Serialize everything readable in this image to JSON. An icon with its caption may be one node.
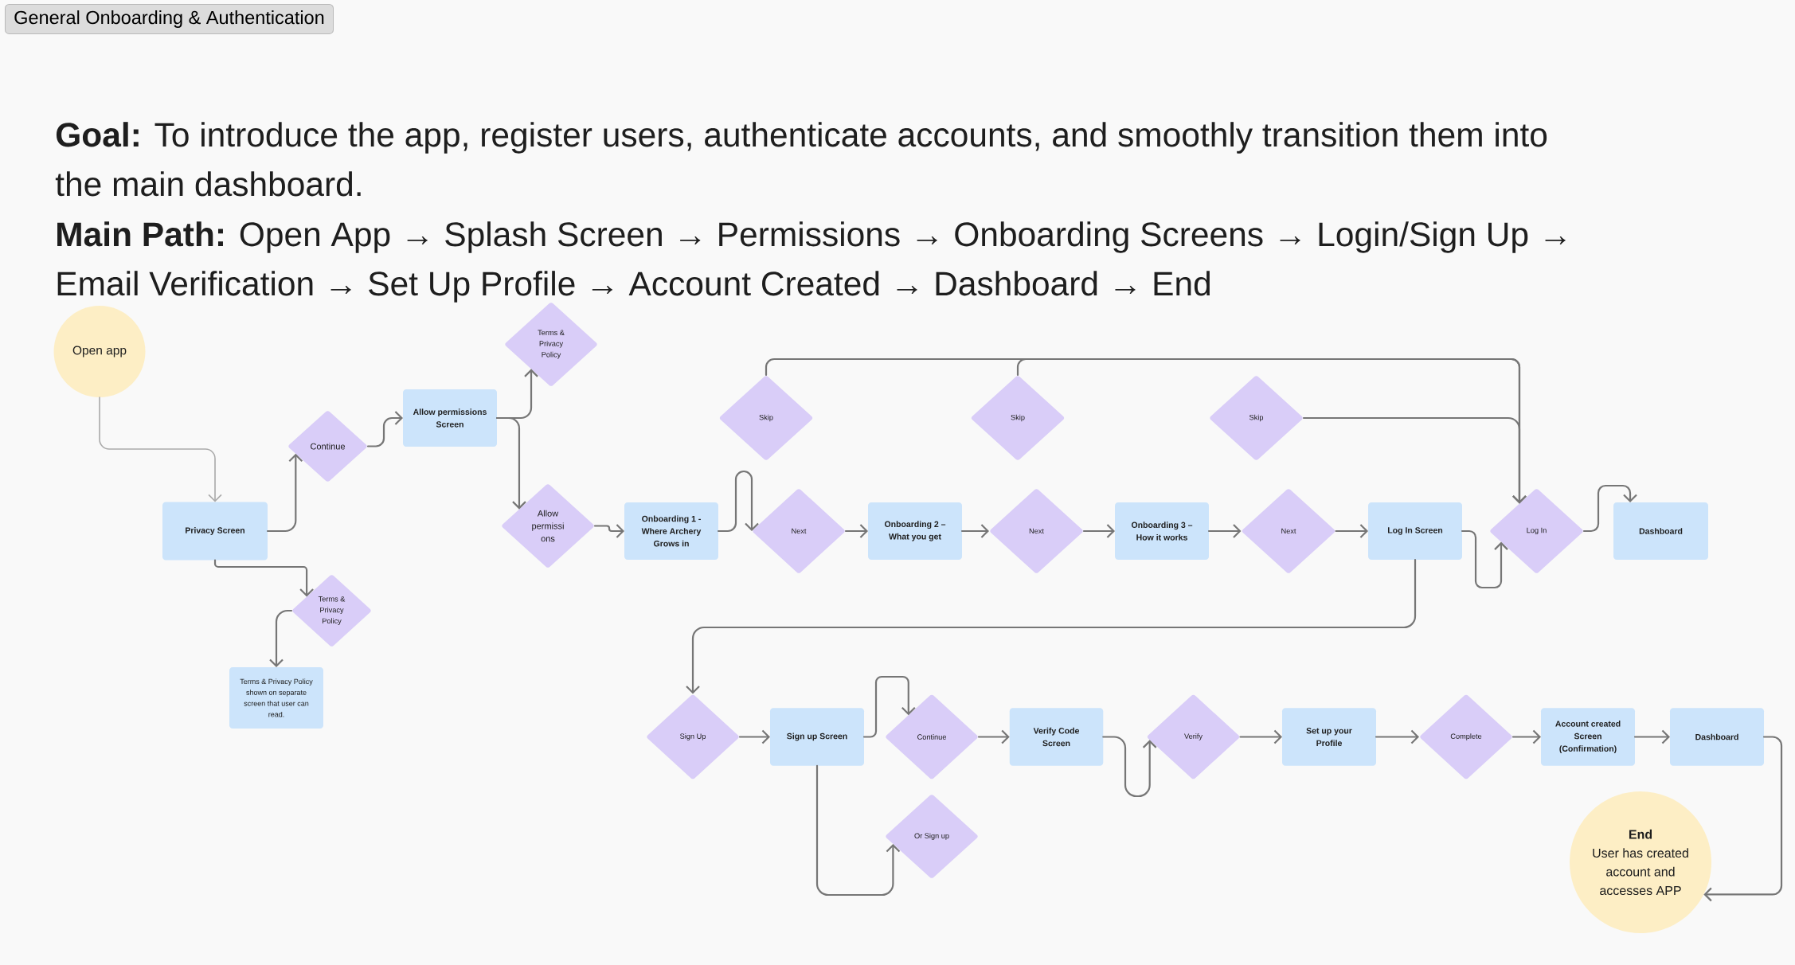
{
  "diagram": {
    "title": "General Onboarding & Authentication",
    "nodes": [
      {
        "text": [
          "Open app"
        ]
      },
      {
        "text": [
          "Privacy Screen"
        ]
      },
      {
        "text": [
          "Continue"
        ]
      },
      {
        "text": [
          "Allow permissions Screen"
        ]
      },
      {
        "text": [
          "Terms & Privacy Policy"
        ]
      },
      {
        "text": [
          "Allow permissi ons"
        ]
      },
      {
        "text": [
          "Terms & Privacy Policy"
        ]
      },
      {
        "text": [
          "Terms & Privacy Policy shown on separate screen that user can read."
        ]
      },
      {
        "text": [
          "Onboarding 1 - Where Archery Grows in"
        ]
      },
      {
        "text": [
          "Skip"
        ]
      },
      {
        "text": [
          "Next"
        ]
      },
      {
        "text": [
          "Onboarding 2 – What you get"
        ]
      },
      {
        "text": [
          "Skip"
        ]
      },
      {
        "text": [
          "Next"
        ]
      },
      {
        "text": [
          "Onboarding 3 – How it works"
        ]
      },
      {
        "text": [
          "Skip"
        ]
      },
      {
        "text": [
          "Next"
        ]
      },
      {
        "text": [
          "Log In Screen"
        ]
      },
      {
        "text": [
          "Log In"
        ]
      },
      {
        "text": [
          "Dashboard"
        ]
      },
      {
        "text": [
          "Sign Up"
        ]
      },
      {
        "text": [
          "Sign up Screen"
        ]
      },
      {
        "text": [
          "Continue"
        ]
      },
      {
        "text": [
          "Or Sign up"
        ]
      },
      {
        "text": [
          "Verify Code Screen"
        ]
      },
      {
        "text": [
          "Verify"
        ]
      },
      {
        "text": [
          "Set up your Profile"
        ]
      },
      {
        "text": [
          "Complete"
        ]
      },
      {
        "text": [
          "Account created Screen (Confirmation)"
        ]
      },
      {
        "text": [
          "Dashboard"
        ]
      },
      {
        "text": [
          "End",
          "User has created account and accesses APP"
        ]
      }
    ],
    "edges": [
      {
        "from": 0,
        "to": 1,
        "arrow": "to",
        "color": "#aaaaaa"
      },
      {
        "from": 1,
        "to": 2,
        "arrow": "to"
      },
      {
        "from": 2,
        "to": 3,
        "arrow": "to"
      },
      {
        "from": 3,
        "to": 4,
        "arrow": "to"
      },
      {
        "from": 3,
        "to": 5,
        "arrow": "to"
      },
      {
        "from": 1,
        "to": 6,
        "arrow": "to"
      },
      {
        "from": 6,
        "to": 7,
        "arrow": "to"
      },
      {
        "from": 5,
        "to": 8,
        "arrow": "to"
      },
      {
        "from": 8,
        "to": 10,
        "arrow": "to"
      },
      {
        "from": 10,
        "to": 11,
        "arrow": "to"
      },
      {
        "from": 11,
        "to": 13,
        "arrow": "to"
      },
      {
        "from": 13,
        "to": 14,
        "arrow": "to"
      },
      {
        "from": 14,
        "to": 16,
        "arrow": "to"
      },
      {
        "from": 16,
        "to": 17,
        "arrow": "to"
      },
      {
        "from": 17,
        "to": 18,
        "arrow": "to"
      },
      {
        "from": 18,
        "to": 19,
        "arrow": "to"
      },
      {
        "from": 17,
        "to": 20,
        "arrow": "to"
      },
      {
        "from": 9,
        "to": 18,
        "arrow": "to"
      },
      {
        "from": 12,
        "to": 18,
        "arrow": "to"
      },
      {
        "from": 15,
        "to": 18,
        "arrow": "to"
      },
      {
        "from": 20,
        "to": 21,
        "arrow": "to"
      },
      {
        "from": 21,
        "to": 22,
        "arrow": "to"
      },
      {
        "from": 21,
        "to": 23,
        "arrow": "to"
      },
      {
        "from": 22,
        "to": 24,
        "arrow": "to"
      },
      {
        "from": 24,
        "to": 25,
        "arrow": "to"
      },
      {
        "from": 25,
        "to": 26,
        "arrow": "to"
      },
      {
        "from": 26,
        "to": 27,
        "arrow": "to"
      },
      {
        "from": 27,
        "to": 28,
        "arrow": "to"
      },
      {
        "from": 28,
        "to": 29,
        "arrow": "to"
      },
      {
        "from": 29,
        "to": 30,
        "arrow": "to"
      }
    ],
    "labels": [
      "**Goal:** To introduce the app, register users, authenticate accounts, and smoothly transition them into the main dashboard.",
      "**Main Path:** Open App → Splash Screen → Permissions → Onboarding Screens → Login/Sign Up → Email Verification → Set Up Profile → Account Created → Dashboard → End"
    ]
  }
}
